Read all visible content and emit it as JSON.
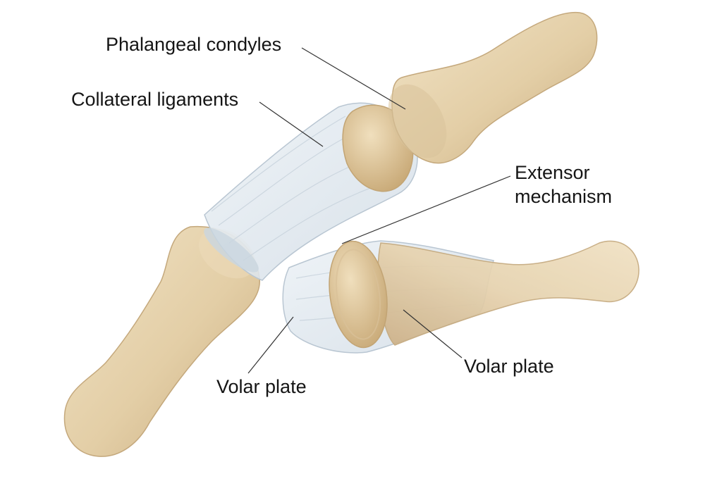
{
  "labels": {
    "phalangeal_condyles": "Phalangeal condyles",
    "collateral_ligaments": "Collateral ligaments",
    "extensor_line1": "Extensor",
    "extensor_line2": "mechanism",
    "volar_plate_left": "Volar plate",
    "volar_plate_right": "Volar plate"
  },
  "colors": {
    "bone": "#e6d3b0",
    "bone_shade": "#c9ae83",
    "ligament": "#dfe7ee",
    "ligament_edge": "#b9c6d2",
    "leader_line": "#333333",
    "text": "#151515"
  }
}
